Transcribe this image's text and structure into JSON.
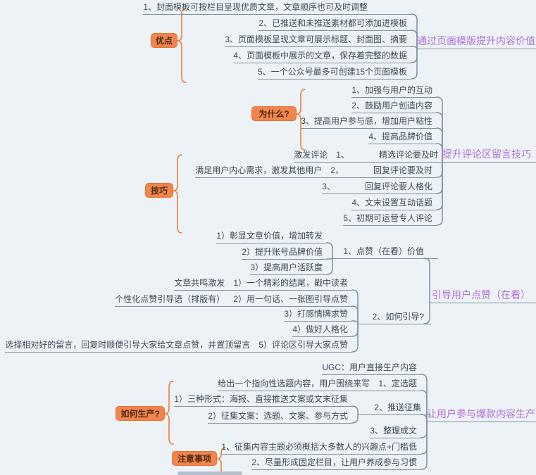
{
  "colors": {
    "background": "#edf2f7",
    "line": "#7d92a2",
    "accent_orange": "#f2844e",
    "accent_orange_border": "#e96f2e",
    "main_topic_purple": "#b171d6",
    "text": "#3d4a55"
  },
  "sections": [
    {
      "root": "通过页面模版提升内容价值",
      "summary": "优点",
      "rows": [
        {
          "text": "1、封面模板可按栏目呈现优质文章，文章顺序也可及时调整"
        },
        {
          "text": "2、已推送和未推送素材都可添加进模板"
        },
        {
          "text": "3、页面模板呈现文章可展示标题、封面图、摘要"
        },
        {
          "text": "4、页面模板中展示的文章，保存着完整的数据"
        },
        {
          "text": "5、一个公众号最多可创建15个页面模板"
        }
      ]
    },
    {
      "root": "提升评论区留言技巧",
      "summaries": [
        "为什么?",
        "技巧"
      ],
      "rows": [
        {
          "text": "1、加强与用户的互动"
        },
        {
          "text": "2、鼓励用户创造内容"
        },
        {
          "text": "3、提高用户参与感，增加用户粘性"
        },
        {
          "text": "4、提高品牌价值"
        },
        {
          "note": "激发评论",
          "num": "1、",
          "text": "精选评论要及时"
        },
        {
          "note": "满足用户内心需求，激发其他用户",
          "num": "2、",
          "text": "回复评论要及时"
        },
        {
          "num": "3、",
          "text": "回复评论要人格化"
        },
        {
          "text": "4、文末设置互动话题"
        },
        {
          "text": "5、初期可运营专人评论"
        }
      ]
    },
    {
      "root": "引导用户点赞（在看）",
      "groups": [
        {
          "parent": "1、点赞（在看）价值",
          "rows": [
            {
              "text": "1）彰显文章价值，增加转发"
            },
            {
              "text": "2）提升账号品牌价值"
            },
            {
              "text": "3）提高用户活跃度"
            }
          ]
        },
        {
          "parent": "2、如何引导?",
          "rows": [
            {
              "note": "文章共鸣激发",
              "text": "1）一个精彩的结尾，戳中读者"
            },
            {
              "note": "个性化点赞引导语（排版有）",
              "text": "2）用一句话、一张图引导点赞"
            },
            {
              "text": "3）打感情牌求赞"
            },
            {
              "text": "4）做好人格化"
            },
            {
              "note": "选择相对好的留言，回复时顺便引导大家给文章点赞，并置顶留言",
              "text": "5）评论区引导大家点赞"
            }
          ]
        }
      ]
    },
    {
      "root": "让用户参与爆款内容生产",
      "summaries": [
        "如何生产?",
        "注意事项"
      ],
      "rows": [
        {
          "text": "UGC：用户直接生产内容"
        },
        {
          "note": "给出一个指向性选题内容，用户围绕来写",
          "text": "1、定选题"
        },
        {
          "text": "3、整理成文"
        },
        {
          "text": "1、征集内容主题必须概括大多数人的兴趣点+门槛低"
        },
        {
          "text": "2、尽量形成固定栏目，让用户养成参与习惯"
        }
      ],
      "group": {
        "parent": "2、推送征集",
        "rows": [
          {
            "text": "1）三种形式：海报、直接推送文案或文末征集"
          },
          {
            "text": "2）征集文案：选题、文案、参与方式"
          }
        ]
      }
    }
  ]
}
